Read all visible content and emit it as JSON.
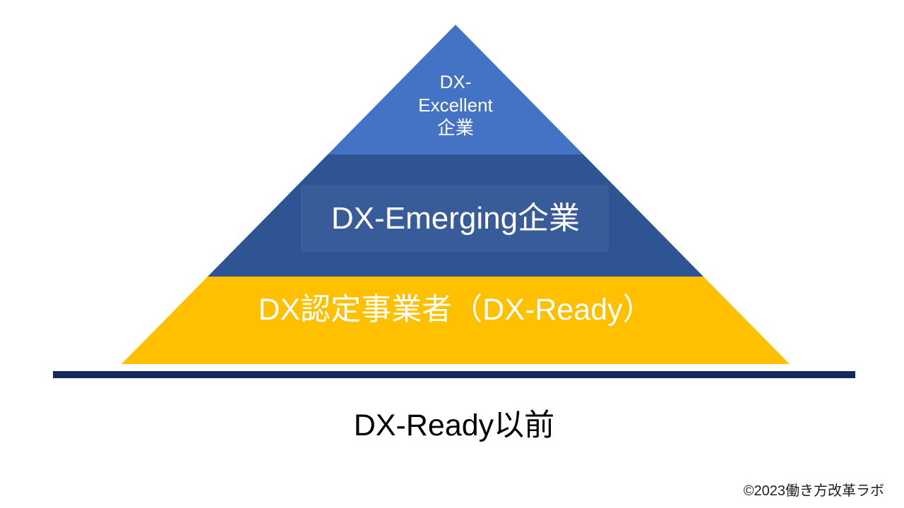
{
  "diagram": {
    "type": "pyramid",
    "tiers": [
      {
        "id": "dx-excellent",
        "label": "DX-\nExcellent\n企業",
        "color": "#4472C4"
      },
      {
        "id": "dx-emerging",
        "label": "DX-Emerging企業",
        "color": "#2E5494"
      },
      {
        "id": "dx-ready",
        "label": "DX認定事業者（DX-Ready）",
        "color": "#FFC000"
      }
    ],
    "label_color": "#FFFFFF",
    "divider_color": "#132A5E",
    "baseline_label": "DX-Ready以前",
    "baseline_label_color": "#000000"
  },
  "footer": {
    "copyright": "©2023働き方改革ラボ"
  }
}
